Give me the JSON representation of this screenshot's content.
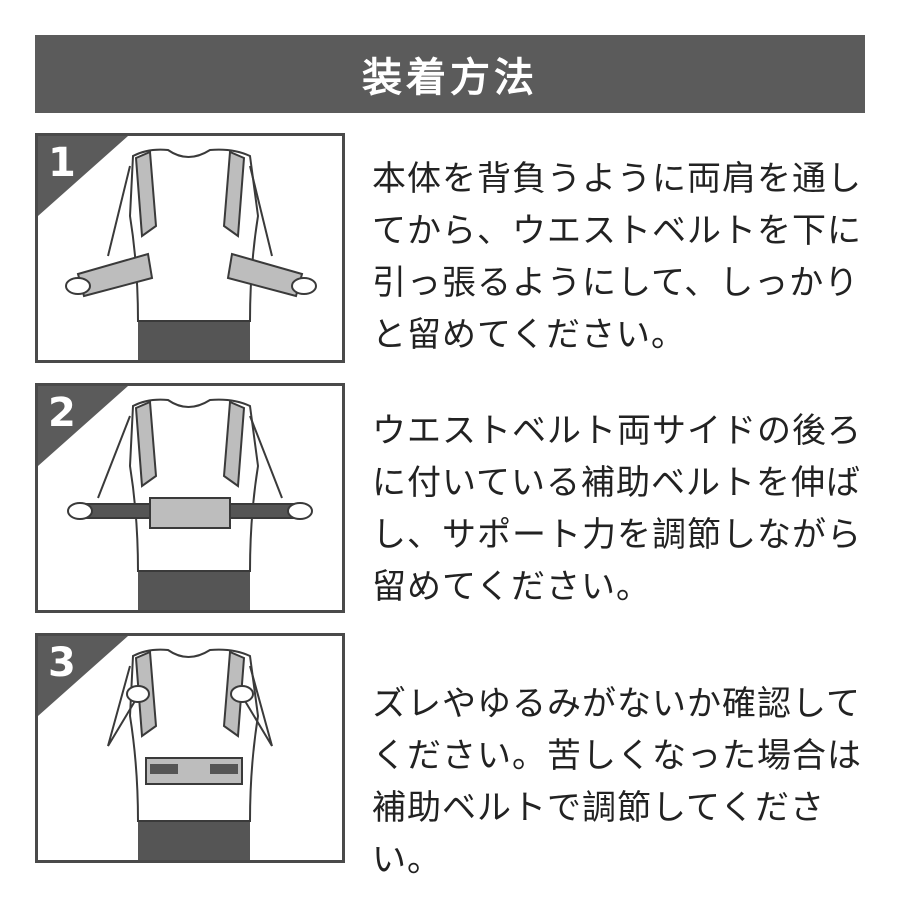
{
  "header": {
    "title": "装着方法"
  },
  "steps": [
    {
      "number": "1",
      "text": "本体を背負うように両肩を通してから、ウエストベルトを下に引っ張るようにして、しっかりと留めてください。"
    },
    {
      "number": "2",
      "text": "ウエストベルト両サイドの後ろに付いている補助ベルトを伸ばし、サポート力を調節しながら留めてください。"
    },
    {
      "number": "3",
      "text": "ズレやゆるみがないか確認してください。苦しくなった場合は補助ベルトで調節してください。"
    }
  ],
  "colors": {
    "header_bg": "#5b5b5b",
    "corner": "#5b5b5b",
    "belt": "#bdbdbd",
    "pants": "#555555",
    "line": "#3a3a3a"
  }
}
